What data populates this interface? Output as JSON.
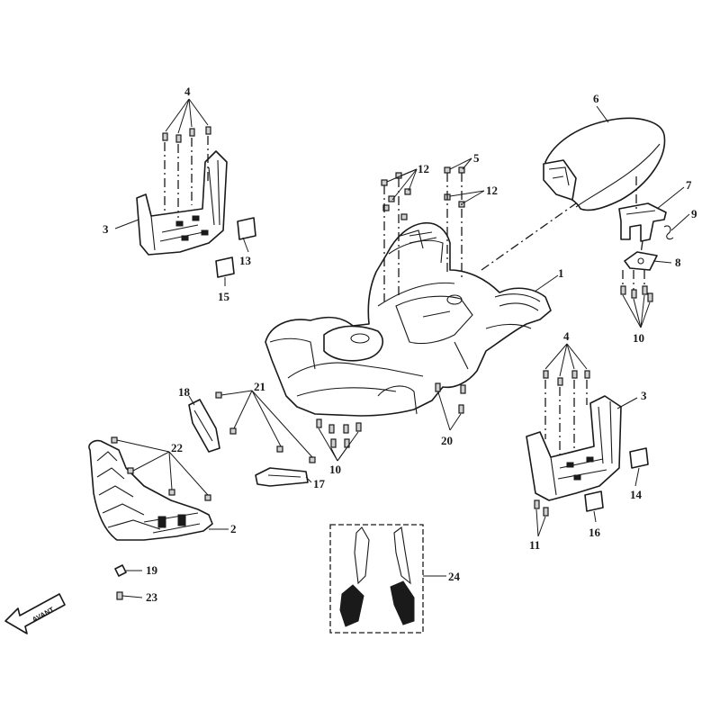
{
  "callouts": [
    {
      "id": "c4a",
      "label": "4"
    },
    {
      "id": "c3a",
      "label": "3"
    },
    {
      "id": "c13",
      "label": "13"
    },
    {
      "id": "c15",
      "label": "15"
    },
    {
      "id": "c12a",
      "label": "12"
    },
    {
      "id": "c5",
      "label": "5"
    },
    {
      "id": "c12b",
      "label": "12"
    },
    {
      "id": "c6",
      "label": "6"
    },
    {
      "id": "c7",
      "label": "7"
    },
    {
      "id": "c9",
      "label": "9"
    },
    {
      "id": "c8",
      "label": "8"
    },
    {
      "id": "c10a",
      "label": "10"
    },
    {
      "id": "c1",
      "label": "1"
    },
    {
      "id": "c4b",
      "label": "4"
    },
    {
      "id": "c3b",
      "label": "3"
    },
    {
      "id": "c14",
      "label": "14"
    },
    {
      "id": "c16",
      "label": "16"
    },
    {
      "id": "c11",
      "label": "11"
    },
    {
      "id": "c18",
      "label": "18"
    },
    {
      "id": "c21",
      "label": "21"
    },
    {
      "id": "c22",
      "label": "22"
    },
    {
      "id": "c10b",
      "label": "10"
    },
    {
      "id": "c20",
      "label": "20"
    },
    {
      "id": "c17",
      "label": "17"
    },
    {
      "id": "c2",
      "label": "2"
    },
    {
      "id": "c19",
      "label": "19"
    },
    {
      "id": "c23",
      "label": "23"
    },
    {
      "id": "c24",
      "label": "24"
    }
  ],
  "direction_arrow": {
    "label": "AVANT",
    "icon": "direction-arrow-icon"
  }
}
